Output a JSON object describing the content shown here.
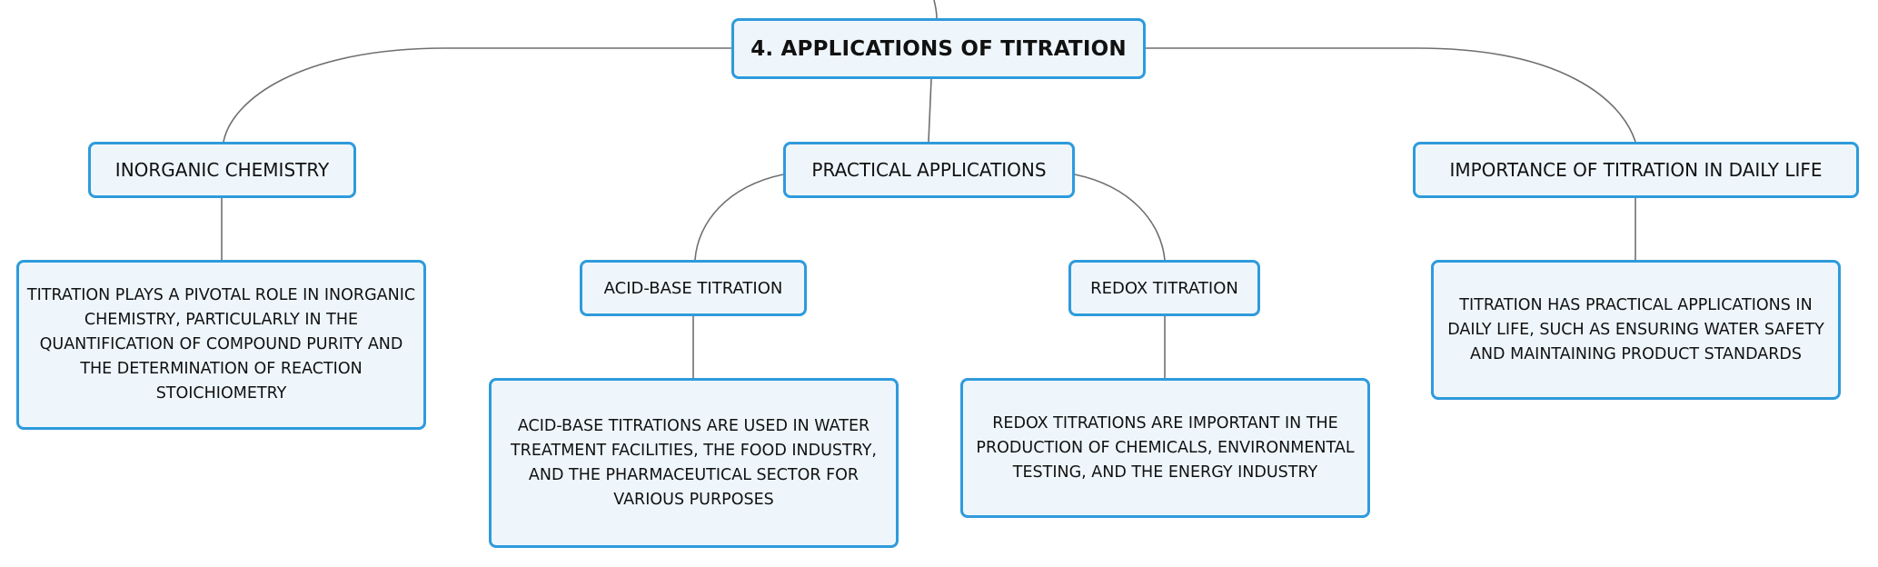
{
  "root": {
    "label": "4. APPLICATIONS OF TITRATION"
  },
  "topics": {
    "inorganic": "INORGANIC CHEMISTRY",
    "practical": "PRACTICAL APPLICATIONS",
    "importance": "IMPORTANCE OF TITRATION IN DAILY LIFE"
  },
  "subtopics": {
    "acid_base": "ACID-BASE TITRATION",
    "redox": "REDOX TITRATION"
  },
  "descriptions": {
    "inorganic": "TITRATION PLAYS A PIVOTAL ROLE IN INORGANIC CHEMISTRY, PARTICULARLY IN THE QUANTIFICATION OF COMPOUND PURITY AND THE DETERMINATION OF REACTION STOICHIOMETRY",
    "acid_base": "ACID-BASE TITRATIONS ARE USED IN WATER TREATMENT FACILITIES, THE FOOD INDUSTRY, AND THE PHARMACEUTICAL SECTOR FOR VARIOUS PURPOSES",
    "redox": "REDOX TITRATIONS ARE IMPORTANT IN THE PRODUCTION OF CHEMICALS, ENVIRONMENTAL TESTING, AND THE ENERGY INDUSTRY",
    "importance": "TITRATION HAS PRACTICAL APPLICATIONS IN DAILY LIFE, SUCH AS ENSURING WATER SAFETY AND MAINTAINING PRODUCT STANDARDS"
  },
  "colors": {
    "node_border": "#2e9bdc",
    "node_fill": "#eef6fc",
    "connector": "#6f6f6f",
    "text": "#111111"
  }
}
